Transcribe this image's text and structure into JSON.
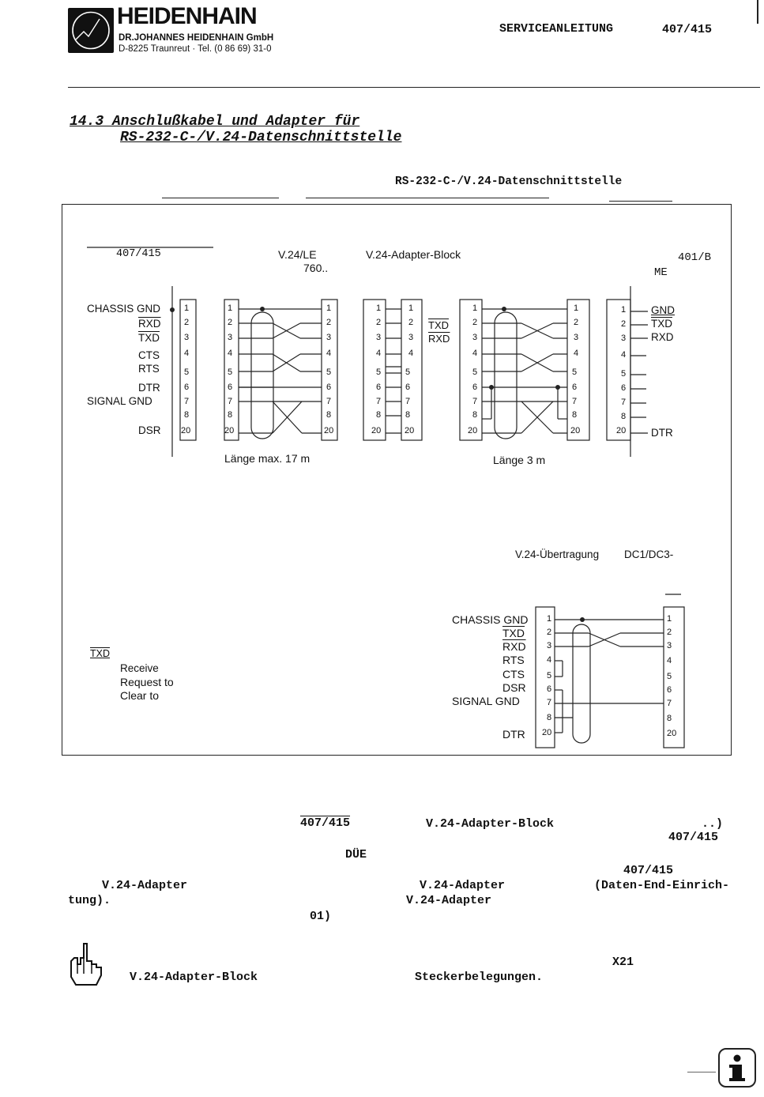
{
  "header": {
    "brand": "HEIDENHAIN",
    "company": "DR.JOHANNES HEIDENHAIN GmbH",
    "address": "D-8225 Traunreut · Tel. (0 86 69) 31-0",
    "doc_type": "SERVICEANLEITUNG",
    "model": "407/415"
  },
  "section": {
    "title_line1": "14.3 Anschlußkabel und Adapter für",
    "title_line2": "RS-232-C-/V.24-Datenschnittstelle",
    "subtitle": "RS-232-C-/V.24-Datenschnittstelle"
  },
  "diagram1": {
    "left_model": "407/415",
    "cable_label": "V.24/LE",
    "cable_id": "760..",
    "adapter_label": "V.24-Adapter-Block",
    "right_model": "401/B",
    "right_model2": "ME",
    "signals": [
      "CHASSIS GND",
      "RXD",
      "TXD",
      "CTS",
      "RTS",
      "DTR",
      "SIGNAL GND",
      "",
      "DSR"
    ],
    "pins": [
      "1",
      "2",
      "3",
      "4",
      "5",
      "6",
      "7",
      "8",
      "20"
    ],
    "adapter_cross": [
      "TXD",
      "RXD"
    ],
    "right_signals": [
      "GND",
      "TXD",
      "RXD",
      "DTR"
    ],
    "length1": "Länge max. 17 m",
    "length2": "Länge 3 m"
  },
  "diagram2": {
    "caption_a": "V.24-Übertragung",
    "caption_b": "DC1/DC3-",
    "signals": [
      "CHASSIS GND",
      "TXD",
      "RXD",
      "RTS",
      "CTS",
      "DSR",
      "SIGNAL GND",
      "",
      "DTR"
    ],
    "pins": [
      "1",
      "2",
      "3",
      "4",
      "5",
      "6",
      "7",
      "8",
      "20"
    ],
    "legend_abbr": "TXD",
    "legend_items": [
      "Receive",
      "Request to",
      "Clear to"
    ]
  },
  "body_fragments": {
    "f1": "407/415",
    "f2": "V.24-Adapter-Block",
    "f3": "..)",
    "f4": "407/415",
    "f5": "DÜE",
    "f6": "407/415",
    "f7": "V.24-Adapter",
    "f8": "V.24-Adapter",
    "f9": "(Daten-End-Einrich-",
    "f10": "tung).",
    "f11": "V.24-Adapter",
    "f12": "01)",
    "f13": "X21",
    "f14": "V.24-Adapter-Block",
    "f15": "Steckerbelegungen."
  },
  "icons": {
    "logo": "heidenhain-logo-icon",
    "hand": "pointing-hand-icon",
    "info": "info-icon"
  }
}
